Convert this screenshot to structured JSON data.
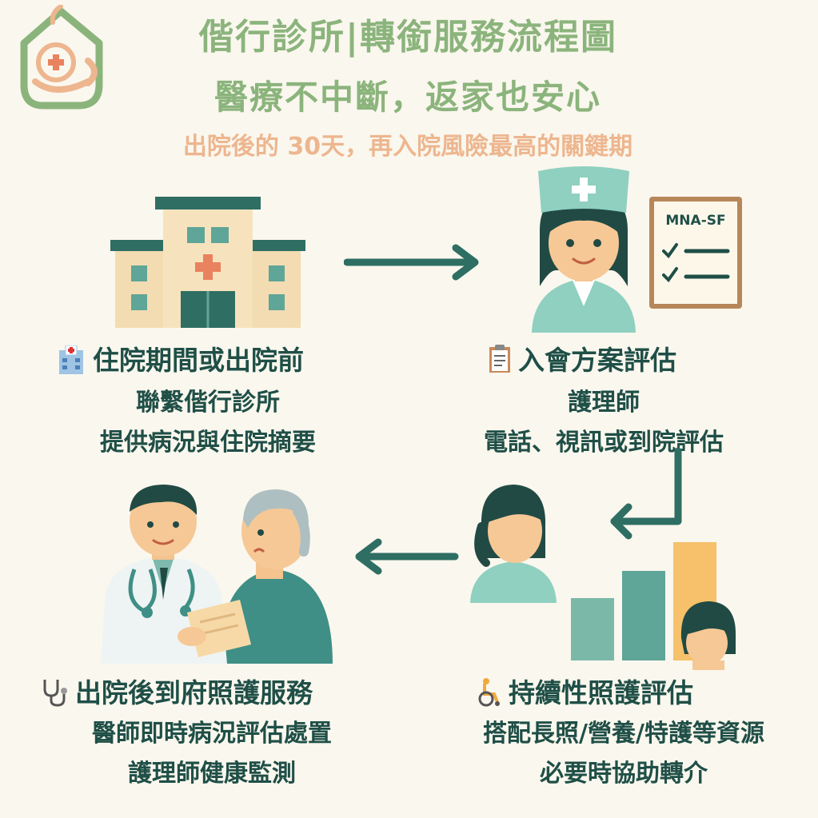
{
  "header": {
    "title": "偕行診所|轉銜服務流程圖",
    "slogan": "醫療不中斷，返家也安心",
    "subtitle": "出院後的 30天，再入院風險最高的關鍵期"
  },
  "steps": [
    {
      "icon": "hospital-icon",
      "title": "住院期間或出院前",
      "lines": [
        "聯繫偕行診所",
        "提供病況與住院摘要"
      ]
    },
    {
      "icon": "clipboard-icon",
      "title": "入會方案評估",
      "lines": [
        "護理師",
        "電話、視訊或到院評估"
      ]
    },
    {
      "icon": "stethoscope-icon",
      "title": "出院後到府照護服務",
      "lines": [
        "醫師即時病況評估處置",
        "護理師健康監測"
      ]
    },
    {
      "icon": "wheelchair-icon",
      "title": "持續性照護評估",
      "lines": [
        "搭配長照/營養/特護等資源",
        "必要時協助轉介"
      ]
    }
  ],
  "clipboard_label": "MNA-SF",
  "colors": {
    "teal": "#2f6e63",
    "sage": "#8bb47c",
    "peach": "#edb68f",
    "mint": "#7fcbbb",
    "amber": "#f6c16a"
  }
}
